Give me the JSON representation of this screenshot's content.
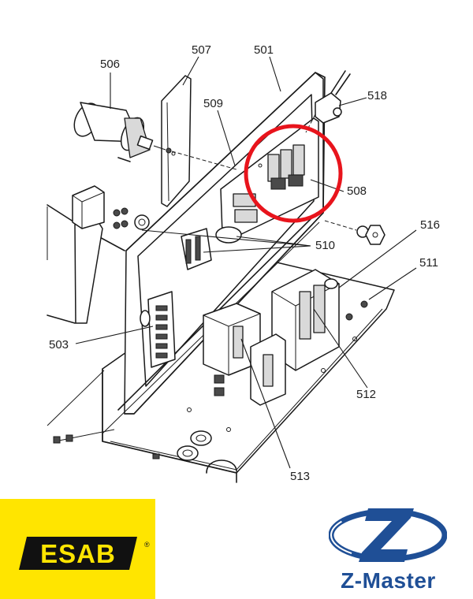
{
  "diagram": {
    "callouts": {
      "c501": "501",
      "c503": "503",
      "c506": "506",
      "c507": "507",
      "c508": "508",
      "c509": "509",
      "c510": "510",
      "c511": "511",
      "c512": "512",
      "c513": "513",
      "c516": "516",
      "c518": "518"
    },
    "highlight_color": "#e8141c"
  },
  "logos": {
    "esab": {
      "text": "ESAB",
      "registered": "®",
      "background": "#ffe500",
      "plate": "#111111"
    },
    "zmaster": {
      "name": "Z-Master",
      "color": "#1f4f96"
    }
  }
}
